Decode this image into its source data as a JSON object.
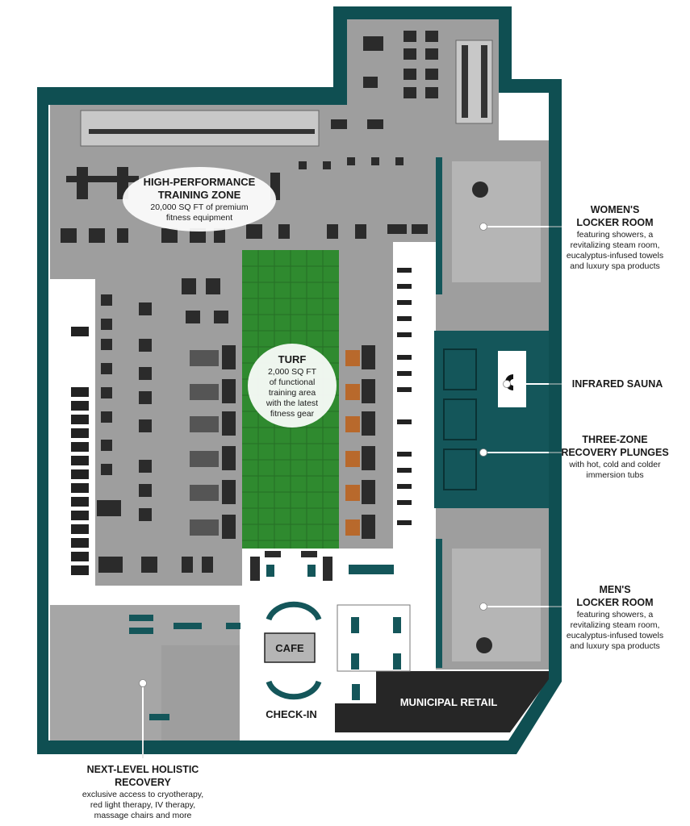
{
  "zones": {
    "training": {
      "title_1": "HIGH-PERFORMANCE",
      "title_2": "TRAINING ZONE",
      "desc_1": "20,000 SQ FT of premium",
      "desc_2": "fitness equipment"
    },
    "turf": {
      "title": "TURF",
      "desc_1": "2,000 SQ FT",
      "desc_2": "of functional",
      "desc_3": "training area",
      "desc_4": "with the latest",
      "desc_5": "fitness gear"
    },
    "womens": {
      "title_1": "WOMEN'S",
      "title_2": "LOCKER ROOM",
      "desc_1": "featuring showers, a",
      "desc_2": "revitalizing steam room,",
      "desc_3": "eucalyptus-infused towels",
      "desc_4": "and luxury spa products"
    },
    "sauna": {
      "title": "INFRARED SAUNA"
    },
    "plunges": {
      "title_1": "THREE-ZONE",
      "title_2": "RECOVERY PLUNGES",
      "desc_1": "with hot, cold and colder",
      "desc_2": "immersion tubs"
    },
    "mens": {
      "title_1": "MEN'S",
      "title_2": "LOCKER ROOM",
      "desc_1": "featuring showers, a",
      "desc_2": "revitalizing steam room,",
      "desc_3": "eucalyptus-infused towels",
      "desc_4": "and luxury spa products"
    },
    "cafe": {
      "title": "CAFE"
    },
    "checkin": {
      "title": "CHECK-IN"
    },
    "retail": {
      "title": "MUNICIPAL RETAIL"
    },
    "holistic": {
      "title_1": "NEXT-LEVEL HOLISTIC",
      "title_2": "RECOVERY",
      "desc_1": "exclusive access to cryotherapy,",
      "desc_2": "red light therapy, IV therapy,",
      "desc_3": "massage chairs and more"
    }
  },
  "colors": {
    "outer_wall": "#0f4f52",
    "floor": "#9e9e9e",
    "floor_light": "#c4c4c4",
    "turf": "#2f8a2f",
    "recovery": "#14565a",
    "retail": "#262626"
  }
}
